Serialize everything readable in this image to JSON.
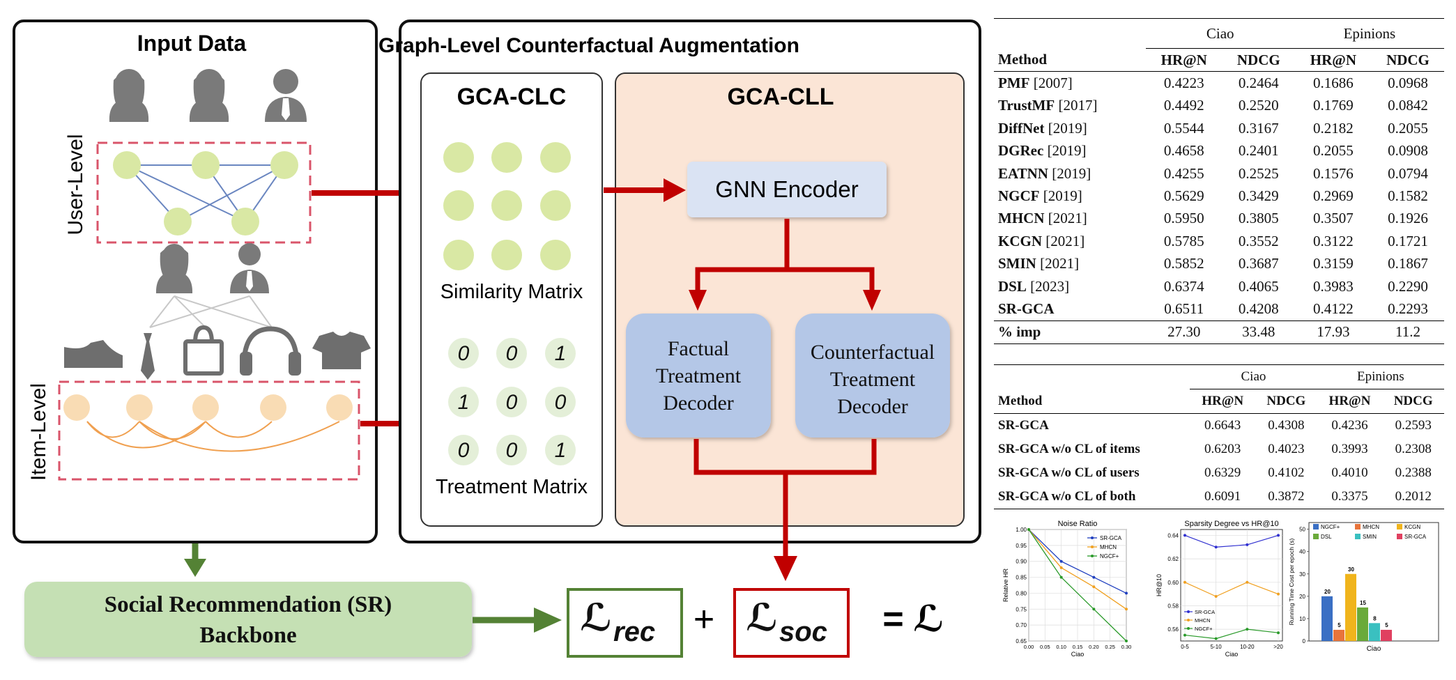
{
  "diagram": {
    "input_title": "Input Data",
    "gca_title": "Graph-Level Counterfactual Augmentation",
    "user_level": "User-Level",
    "item_level": "Item-Level",
    "gca_clc": "GCA-CLC",
    "gca_cll": "GCA-CLL",
    "similarity_matrix": "Similarity Matrix",
    "treatment_matrix": "Treatment Matrix",
    "treatment_values": [
      "0",
      "0",
      "1",
      "1",
      "0",
      "0",
      "0",
      "0",
      "1"
    ],
    "gnn_encoder": "GNN Encoder",
    "factual_decoder": [
      "Factual",
      "Treatment",
      "Decoder"
    ],
    "counterfactual_decoder": [
      "Counterfactual",
      "Treatment",
      "Decoder"
    ],
    "backbone": [
      "Social Recommendation (SR)",
      "Backbone"
    ],
    "plus": "+",
    "equals": "= ℒ",
    "colors": {
      "red": "#c00000",
      "green": "#548235",
      "node_green": "#d9e8a4",
      "node_orange": "#f9dcb4",
      "cll_bg": "#fbe5d6",
      "decoder": "#b4c7e7",
      "encoder": "#dae3f3",
      "backbone": "#c5e0b4"
    }
  },
  "table1": {
    "groups": [
      "Ciao",
      "Epinions"
    ],
    "headers": [
      "Method",
      "HR@N",
      "NDCG",
      "HR@N",
      "NDCG"
    ],
    "rows": [
      {
        "name": "PMF",
        "ref": "[2007]",
        "v": [
          "0.4223",
          "0.2464",
          "0.1686",
          "0.0968"
        ]
      },
      {
        "name": "TrustMF",
        "ref": "[2017]",
        "v": [
          "0.4492",
          "0.2520",
          "0.1769",
          "0.0842"
        ]
      },
      {
        "name": "DiffNet",
        "ref": "[2019]",
        "v": [
          "0.5544",
          "0.3167",
          "0.2182",
          "0.2055"
        ]
      },
      {
        "name": "DGRec",
        "ref": "[2019]",
        "v": [
          "0.4658",
          "0.2401",
          "0.2055",
          "0.0908"
        ]
      },
      {
        "name": "EATNN",
        "ref": "[2019]",
        "v": [
          "0.4255",
          "0.2525",
          "0.1576",
          "0.0794"
        ]
      },
      {
        "name": "NGCF",
        "ref": "[2019]",
        "v": [
          "0.5629",
          "0.3429",
          "0.2969",
          "0.1582"
        ]
      },
      {
        "name": "MHCN",
        "ref": "[2021]",
        "v": [
          "0.5950",
          "0.3805",
          "0.3507",
          "0.1926"
        ]
      },
      {
        "name": "KCGN",
        "ref": "[2021]",
        "v": [
          "0.5785",
          "0.3552",
          "0.3122",
          "0.1721"
        ]
      },
      {
        "name": "SMIN",
        "ref": "[2021]",
        "v": [
          "0.5852",
          "0.3687",
          "0.3159",
          "0.1867"
        ]
      },
      {
        "name": "DSL",
        "ref": "[2023]",
        "v": [
          "0.6374",
          "0.4065",
          "0.3983",
          "0.2290"
        ]
      },
      {
        "name": "SR-GCA",
        "ref": "",
        "v": [
          "0.6511",
          "0.4208",
          "0.4122",
          "0.2293"
        ]
      }
    ],
    "imp": {
      "label": "% imp",
      "v": [
        "27.30",
        "33.48",
        "17.93",
        "11.2"
      ]
    }
  },
  "table2": {
    "groups": [
      "Ciao",
      "Epinions"
    ],
    "headers": [
      "Method",
      "HR@N",
      "NDCG",
      "HR@N",
      "NDCG"
    ],
    "rows": [
      {
        "name": "SR-GCA",
        "v": [
          "0.6643",
          "0.4308",
          "0.4236",
          "0.2593"
        ]
      },
      {
        "name": "SR-GCA w/o CL of items",
        "v": [
          "0.6203",
          "0.4023",
          "0.3993",
          "0.2308"
        ]
      },
      {
        "name": "SR-GCA w/o CL of users",
        "v": [
          "0.6329",
          "0.4102",
          "0.4010",
          "0.2388"
        ]
      },
      {
        "name": "SR-GCA w/o CL of both",
        "v": [
          "0.6091",
          "0.3872",
          "0.3375",
          "0.2012"
        ]
      }
    ]
  },
  "chart_data": [
    {
      "type": "line",
      "title": "Noise Ratio",
      "xlabel": "Ciao",
      "ylabel": "Relative HR",
      "x": [
        0.0,
        0.1,
        0.2,
        0.3
      ],
      "xticks": [
        "0.00",
        "0.05",
        "0.10",
        "0.15",
        "0.20",
        "0.25",
        "0.30"
      ],
      "xlim": [
        0.0,
        0.3
      ],
      "ylim": [
        0.65,
        1.0
      ],
      "yticks": [
        "0.65",
        "0.70",
        "0.75",
        "0.80",
        "0.85",
        "0.90",
        "0.95",
        "1.00"
      ],
      "grid": true,
      "legend": "top-right",
      "series": [
        {
          "name": "SR-GCA",
          "color": "#1f3fbf",
          "values": [
            1.0,
            0.9,
            0.85,
            0.8
          ]
        },
        {
          "name": "MHCN",
          "color": "#f0a020",
          "values": [
            1.0,
            0.88,
            0.82,
            0.75
          ]
        },
        {
          "name": "NGCF+",
          "color": "#2a9a2a",
          "values": [
            1.0,
            0.85,
            0.75,
            0.65
          ]
        }
      ]
    },
    {
      "type": "line",
      "title": "Sparsity Degree vs HR@10",
      "xlabel": "Ciao",
      "ylabel": "HR@10",
      "categories": [
        "0-5",
        "5-10",
        "10-20",
        ">20"
      ],
      "ylim": [
        0.55,
        0.645
      ],
      "yticks": [
        "0.56",
        "0.58",
        "0.60",
        "0.62",
        "0.64"
      ],
      "grid": true,
      "legend": "bottom-left",
      "series": [
        {
          "name": "SR-GCA",
          "color": "#3030d0",
          "values": [
            0.64,
            0.63,
            0.632,
            0.64
          ]
        },
        {
          "name": "MHCN",
          "color": "#f0a020",
          "values": [
            0.6,
            0.588,
            0.6,
            0.59
          ]
        },
        {
          "name": "NGCF+",
          "color": "#2a9a2a",
          "values": [
            0.555,
            0.552,
            0.56,
            0.557
          ]
        }
      ]
    },
    {
      "type": "bar",
      "xlabel": "Ciao",
      "ylabel": "Running Time  Cost per epoch (s)",
      "ylim": [
        0,
        53
      ],
      "yticks": [
        "0",
        "10",
        "20",
        "30",
        "40",
        "50"
      ],
      "legend": "top",
      "categories": [
        "NGCF+",
        "MHCN",
        "KCGN",
        "DSL",
        "SMIN",
        "SR-GCA"
      ],
      "colors": [
        "#3a6fc4",
        "#e8743b",
        "#f0b41c",
        "#6aaa3a",
        "#3ac0c0",
        "#e04060"
      ],
      "values": [
        20,
        5,
        30,
        15,
        8,
        5
      ],
      "labels": [
        "20",
        "5",
        "30",
        "15",
        "8",
        "5"
      ]
    }
  ]
}
